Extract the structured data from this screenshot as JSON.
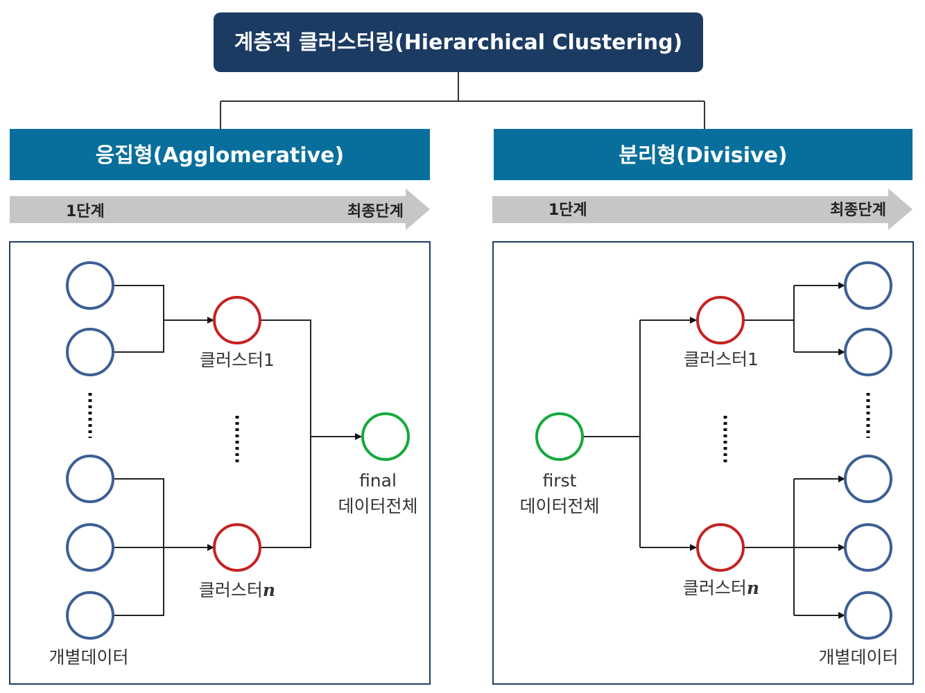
{
  "title": "계층적 클러스터링(Hierarchical Clustering)",
  "agglomerative": {
    "header": "응집형(Agglomerative)",
    "stage_start": "1단계",
    "stage_end": "최종단계",
    "cluster1_label": "클러스터1",
    "clustern_prefix": "클러스터",
    "clustern_suffix": "n",
    "final_word": "final",
    "final_label": "데이터전체",
    "individual_label": "개별데이터"
  },
  "divisive": {
    "header": "분리형(Divisive)",
    "stage_start": "1단계",
    "stage_end": "최종단계",
    "cluster1_label": "클러스터1",
    "clustern_prefix": "클러스터",
    "clustern_suffix": "n",
    "first_word": "first",
    "first_label": "데이터전체",
    "individual_label": "개별데이터"
  },
  "colors": {
    "title_bg": "#1b3b63",
    "header_bg": "#086f9c",
    "arrow_band": "#c6c6c6",
    "data_node": "#3c5f94",
    "cluster_node": "#c42222",
    "whole_node": "#16a83c",
    "line": "#222222"
  },
  "icons": {
    "stage_arrow": "right-arrow-band",
    "ellipsis": "vertical-dots"
  }
}
